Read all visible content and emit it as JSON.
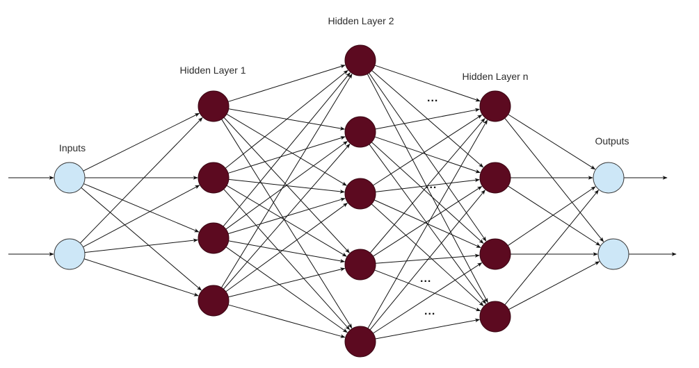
{
  "diagram": {
    "title": "Neural network architecture",
    "colors": {
      "io_node_fill": "#cde7f7",
      "io_node_stroke": "#3a3a3a",
      "hidden_node_fill": "#5c0a20",
      "hidden_node_stroke": "#3a0814",
      "edge": "#111111"
    },
    "layers": [
      {
        "id": "inputs",
        "label": "Inputs",
        "nodes": 2,
        "kind": "io"
      },
      {
        "id": "hidden1",
        "label": "Hidden Layer 1",
        "nodes": 4,
        "kind": "hidden"
      },
      {
        "id": "hidden2",
        "label": "Hidden Layer 2",
        "nodes": 5,
        "kind": "hidden"
      },
      {
        "id": "hiddenN",
        "label": "Hidden Layer n",
        "nodes": 4,
        "kind": "hidden"
      },
      {
        "id": "outputs",
        "label": "Outputs",
        "nodes": 2,
        "kind": "io"
      }
    ],
    "ellipsis": "...",
    "connectivity": "fully-connected",
    "external_input_arrows": 2,
    "external_output_arrows": 2
  }
}
